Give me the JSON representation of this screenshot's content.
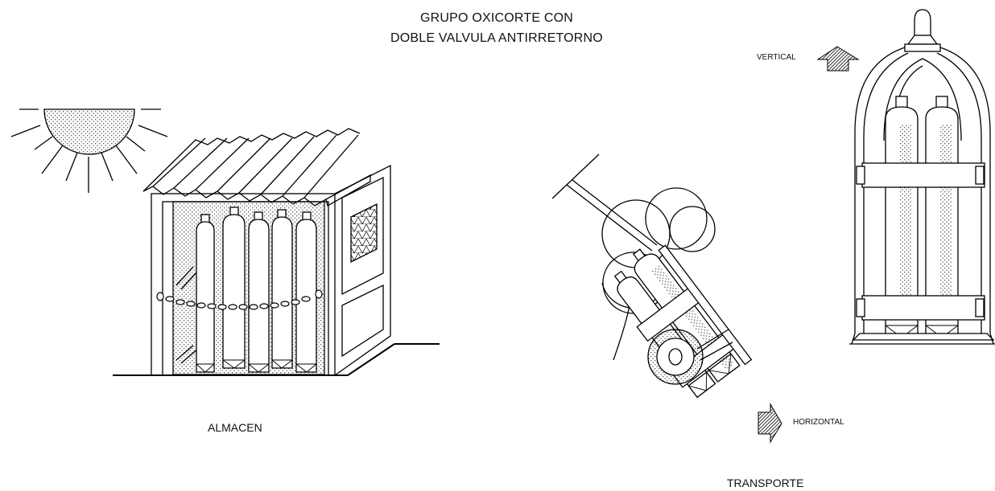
{
  "title": {
    "line1": "GRUPO OXICORTE CON",
    "line2": "DOBLE VALVULA ANTIRRETORNO"
  },
  "labels": {
    "almacen": "ALMACEN",
    "transporte": "TRANSPORTE",
    "vertical": "VERTICAL",
    "horizontal": "HORIZONTAL"
  },
  "colors": {
    "line": "#000000",
    "arrow_fill": "#222222",
    "stipple": "#555555"
  }
}
